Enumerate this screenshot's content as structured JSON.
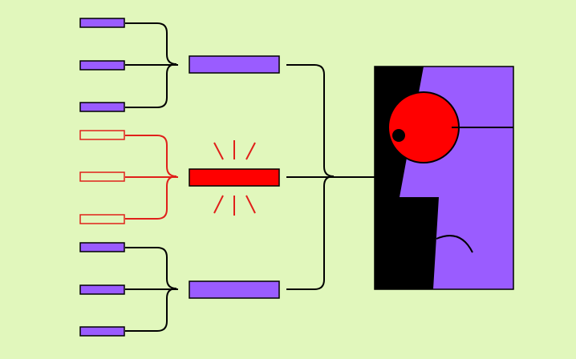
{
  "colors": {
    "background": "#e1f7bc",
    "purple": "#9a5cff",
    "red": "#ff0000",
    "black": "#000000",
    "highlight_outline": "#e0201a"
  },
  "diagram": {
    "groups": [
      {
        "name": "top",
        "inputs": 3,
        "state": "normal"
      },
      {
        "name": "middle",
        "inputs": 3,
        "state": "alert"
      },
      {
        "name": "bottom",
        "inputs": 3,
        "state": "normal"
      }
    ],
    "output_icon": "robot-face-icon"
  }
}
